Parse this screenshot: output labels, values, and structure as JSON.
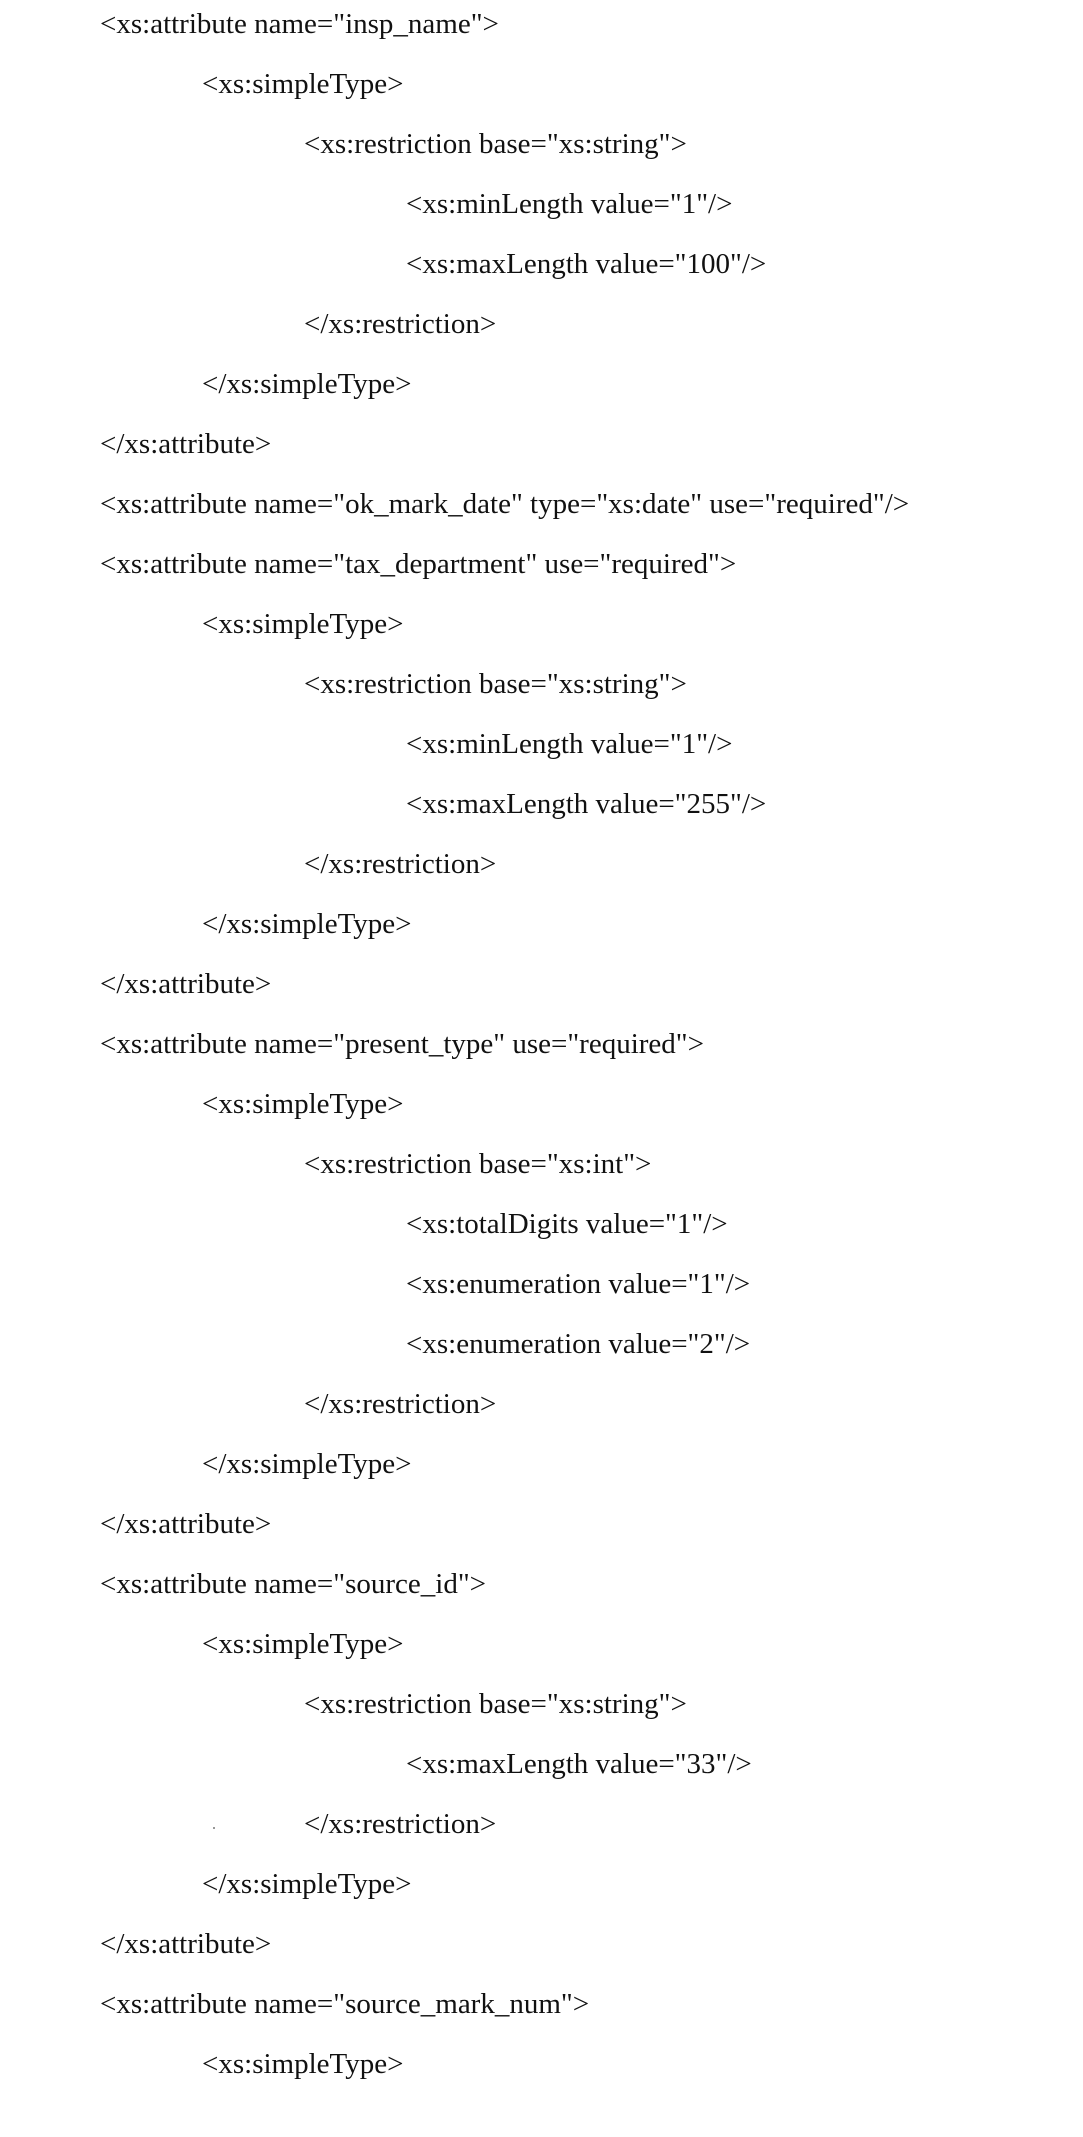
{
  "document": {
    "lines": [
      {
        "indent": 0,
        "text": "<xs:attribute name=\"insp_name\">"
      },
      {
        "indent": 1,
        "text": "<xs:simpleType>"
      },
      {
        "indent": 2,
        "text": "<xs:restriction base=\"xs:string\">"
      },
      {
        "indent": 3,
        "text": "<xs:minLength value=\"1\"/>"
      },
      {
        "indent": 3,
        "text": "<xs:maxLength value=\"100\"/>"
      },
      {
        "indent": 2,
        "text": "</xs:restriction>"
      },
      {
        "indent": 1,
        "text": "</xs:simpleType>"
      },
      {
        "indent": 0,
        "text": "</xs:attribute>"
      },
      {
        "indent": 0,
        "text": "<xs:attribute name=\"ok_mark_date\" type=\"xs:date\" use=\"required\"/>"
      },
      {
        "indent": 0,
        "text": "<xs:attribute name=\"tax_department\" use=\"required\">"
      },
      {
        "indent": 1,
        "text": "<xs:simpleType>"
      },
      {
        "indent": 2,
        "text": "<xs:restriction base=\"xs:string\">"
      },
      {
        "indent": 3,
        "text": "<xs:minLength value=\"1\"/>"
      },
      {
        "indent": 3,
        "text": "<xs:maxLength value=\"255\"/>"
      },
      {
        "indent": 2,
        "text": "</xs:restriction>"
      },
      {
        "indent": 1,
        "text": "</xs:simpleType>"
      },
      {
        "indent": 0,
        "text": "</xs:attribute>"
      },
      {
        "indent": 0,
        "text": "<xs:attribute name=\"present_type\" use=\"required\">"
      },
      {
        "indent": 1,
        "text": "<xs:simpleType>"
      },
      {
        "indent": 2,
        "text": "<xs:restriction base=\"xs:int\">"
      },
      {
        "indent": 3,
        "text": "<xs:totalDigits value=\"1\"/>"
      },
      {
        "indent": 3,
        "text": "<xs:enumeration value=\"1\"/>"
      },
      {
        "indent": 3,
        "text": "<xs:enumeration value=\"2\"/>"
      },
      {
        "indent": 2,
        "text": "</xs:restriction>"
      },
      {
        "indent": 1,
        "text": "</xs:simpleType>"
      },
      {
        "indent": 0,
        "text": "</xs:attribute>"
      },
      {
        "indent": 0,
        "text": "<xs:attribute name=\"source_id\">"
      },
      {
        "indent": 1,
        "text": "<xs:simpleType>"
      },
      {
        "indent": 2,
        "text": "<xs:restriction base=\"xs:string\">"
      },
      {
        "indent": 3,
        "text": "<xs:maxLength value=\"33\"/>"
      },
      {
        "indent": 2,
        "text": "</xs:restriction>"
      },
      {
        "indent": 1,
        "text": "</xs:simpleType>"
      },
      {
        "indent": 0,
        "text": "</xs:attribute>"
      },
      {
        "indent": 0,
        "text": "<xs:attribute name=\"source_mark_num\">"
      },
      {
        "indent": 1,
        "text": "<xs:simpleType>"
      }
    ]
  }
}
